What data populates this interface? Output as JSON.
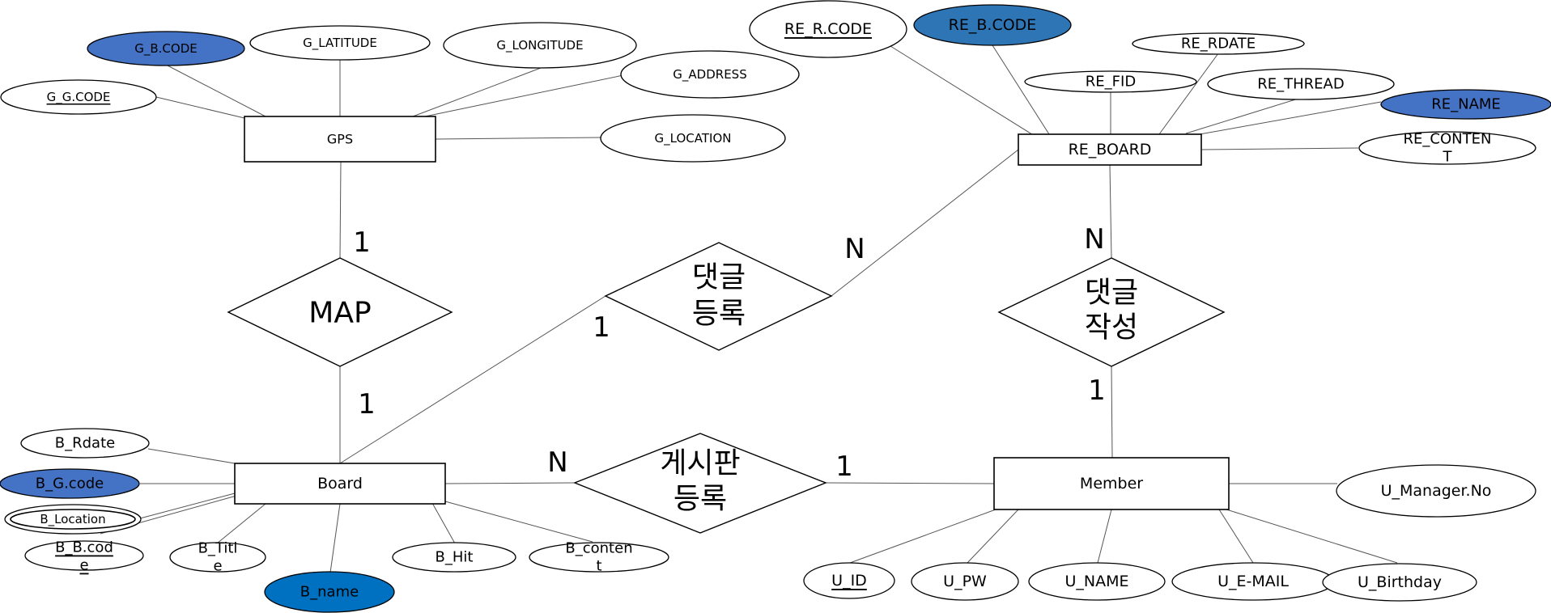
{
  "colors": {
    "key_attribute_fill": "#4472C4",
    "key_attribute_fill_dark": "#2E75B6",
    "name_fill": "#0070C0",
    "plain_fill": "#FFFFFF"
  },
  "entities": {
    "gps": "GPS",
    "re_board": "RE_BOARD",
    "board": "Board",
    "member": "Member"
  },
  "relationships": {
    "map": "MAP",
    "reply_register": [
      "댓글",
      "등록"
    ],
    "reply_write": [
      "댓글",
      "작성"
    ],
    "board_register": [
      "게시판",
      "등록"
    ]
  },
  "cardinalities": {
    "gps_map": "1",
    "map_board": "1",
    "board_reply_register": "1",
    "reply_register_reboard": "N",
    "reboard_reply_write": "N",
    "reply_write_member": "1",
    "board_board_register": "N",
    "board_register_member": "1"
  },
  "attributes": {
    "gps": {
      "g_b_code": "G_B.CODE",
      "g_latitude": "G_LATITUDE",
      "g_longitude": "G_LONGITUDE",
      "g_address": "G_ADDRESS",
      "g_g_code": "G_G.CODE",
      "g_location": "G_LOCATION"
    },
    "re_board": {
      "re_r_code": "RE_R.CODE",
      "re_b_code": "RE_B.CODE",
      "re_rdate": "RE_RDATE",
      "re_fid": "RE_FID",
      "re_thread": "RE_THREAD",
      "re_name": "RE_NAME",
      "re_content": [
        "RE_CONTEN",
        "T"
      ]
    },
    "board": {
      "b_rdate": "B_Rdate",
      "b_g_code": "B_G.code",
      "b_location": "B_Location",
      "b_b_code": [
        "B_B.cod",
        "e"
      ],
      "b_title": [
        "B_Titl",
        "e"
      ],
      "b_name": "B_name",
      "b_hit": "B_Hit",
      "b_content": [
        "B_conten",
        "t"
      ]
    },
    "member": {
      "u_manager_no": "U_Manager.No",
      "u_id": "U_ID",
      "u_pw": "U_PW",
      "u_name": "U_NAME",
      "u_email": "U_E-MAIL",
      "u_birthday": "U_Birthday"
    }
  }
}
